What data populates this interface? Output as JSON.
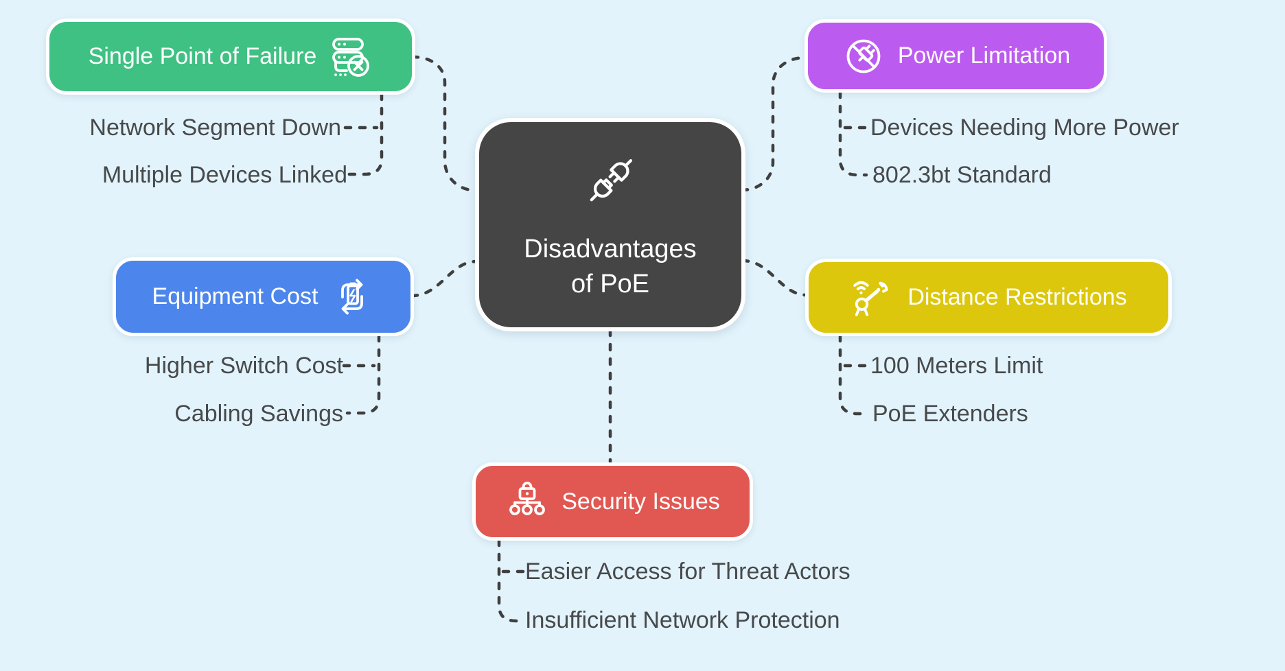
{
  "diagram": {
    "background": "#E2F3FB",
    "connector_color": "#3F3F3F",
    "leaf_text_color": "#47494B",
    "center": {
      "label_line1": "Disadvantages",
      "label_line2": "of PoE",
      "color": "#454545",
      "icon": "plug-disconnected"
    },
    "branches": [
      {
        "label": "Single Point of Failure",
        "color": "#3EC183",
        "icon": "server-error",
        "children": [
          "Network Segment Down",
          "Multiple Devices Linked"
        ]
      },
      {
        "label": "Power Limitation",
        "color": "#BC5BF0",
        "icon": "plug-off",
        "children": [
          "Devices Needing More Power",
          "802.3bt Standard"
        ]
      },
      {
        "label": "Equipment Cost",
        "color": "#4C86EC",
        "icon": "battery-refresh",
        "children": [
          "Higher Switch Cost",
          "Cabling Savings"
        ]
      },
      {
        "label": "Distance Restrictions",
        "color": "#DCC70C",
        "icon": "robot-arm-wifi",
        "children": [
          "100 Meters Limit",
          "PoE Extenders"
        ]
      },
      {
        "label": "Security Issues",
        "color": "#E15852",
        "icon": "lock-network",
        "children": [
          "Easier Access for Threat Actors",
          "Insufficient Network Protection"
        ]
      }
    ]
  }
}
